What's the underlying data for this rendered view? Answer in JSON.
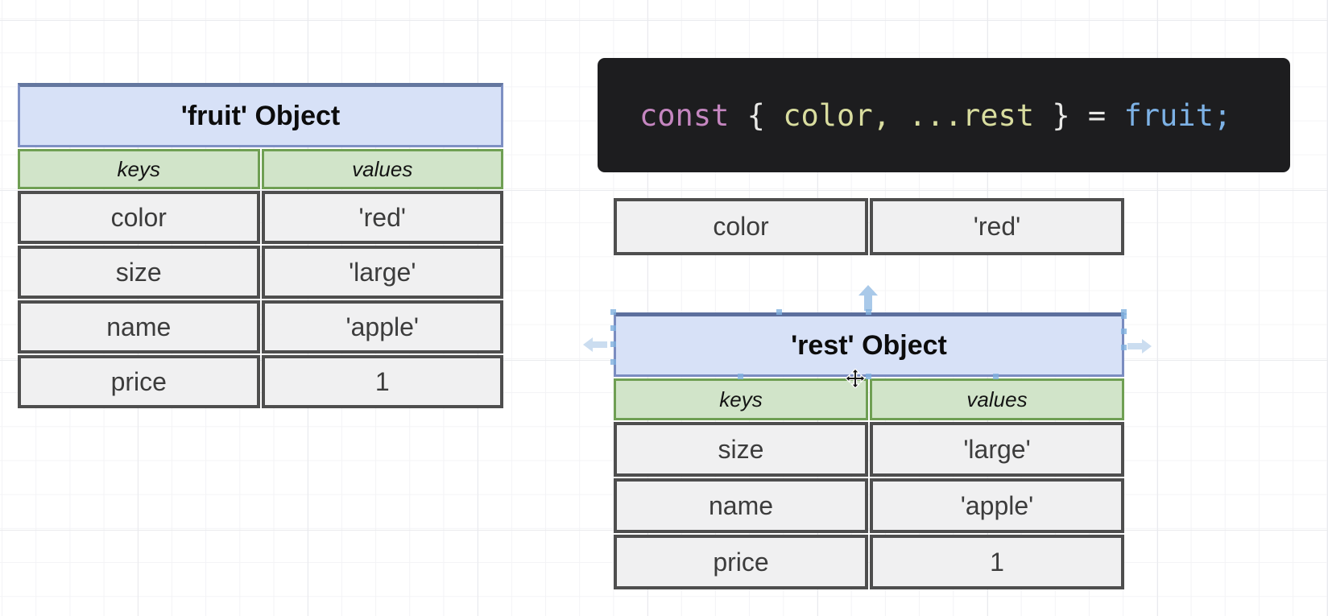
{
  "palette": {
    "canvas_bg": "#ffffff",
    "grid_minor": "#f3f3f6",
    "grid_major": "#e9eaee",
    "table_header_fill": "#d7e1f7",
    "table_header_border": "#7e90c3",
    "column_header_fill": "#d1e4c9",
    "column_header_border": "#6f9f53",
    "cell_fill": "#f0f0f1",
    "cell_border": "#4e4e4e",
    "code_bg": "#1d1d1f",
    "selection_arrow": "#a9c9e9",
    "selection_handle": "#7fb0de"
  },
  "fruit_table": {
    "title": "'fruit' Object",
    "columns": [
      "keys",
      "values"
    ],
    "rows": [
      [
        "color",
        "'red'"
      ],
      [
        "size",
        "'large'"
      ],
      [
        "name",
        "'apple'"
      ],
      [
        "price",
        "1"
      ]
    ]
  },
  "code_block": {
    "code": "const { color, ...rest } = fruit;",
    "tokens": [
      {
        "text": "const",
        "color": "#c586c0"
      },
      {
        "text": " { ",
        "color": "#e8e8e6"
      },
      {
        "text": "color, ...rest",
        "color": "#d9dd9f"
      },
      {
        "text": " } = ",
        "color": "#e8e8e6"
      },
      {
        "text": "fruit;",
        "color": "#7db2e6"
      }
    ]
  },
  "result_row": {
    "cells": [
      "color",
      "'red'"
    ]
  },
  "rest_table": {
    "title": "'rest' Object",
    "columns": [
      "keys",
      "values"
    ],
    "rows": [
      [
        "size",
        "'large'"
      ],
      [
        "name",
        "'apple'"
      ],
      [
        "price",
        "1"
      ]
    ]
  }
}
